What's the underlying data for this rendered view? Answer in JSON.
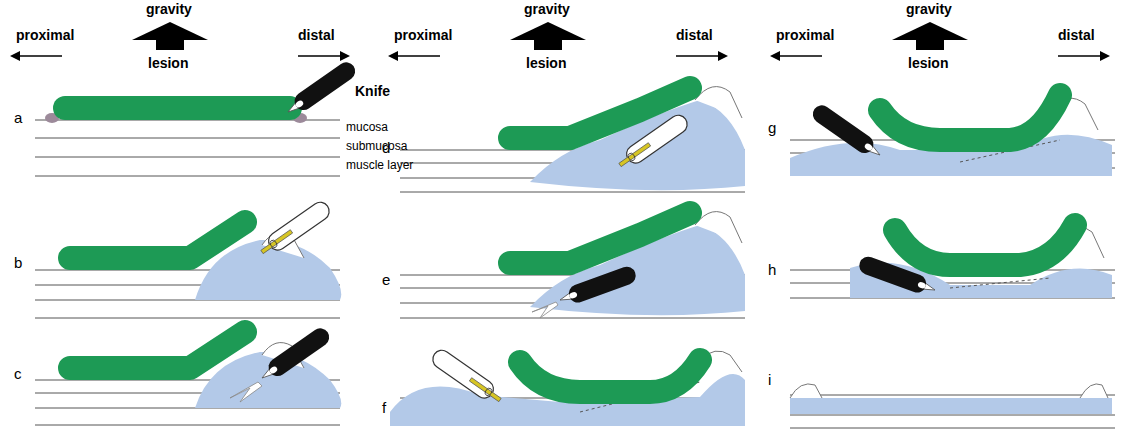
{
  "diagram": {
    "labels": [
      "proximal",
      "gravity",
      "lesion",
      "distal",
      "proximal",
      "gravity",
      "lesion",
      "distal",
      "proximal",
      "gravity",
      "lesion",
      "distal",
      "Knife",
      "mucosa",
      "submucosa",
      "muscle layer",
      "a",
      "b",
      "c",
      "d",
      "e",
      "f",
      "g",
      "h",
      "i"
    ]
  }
}
